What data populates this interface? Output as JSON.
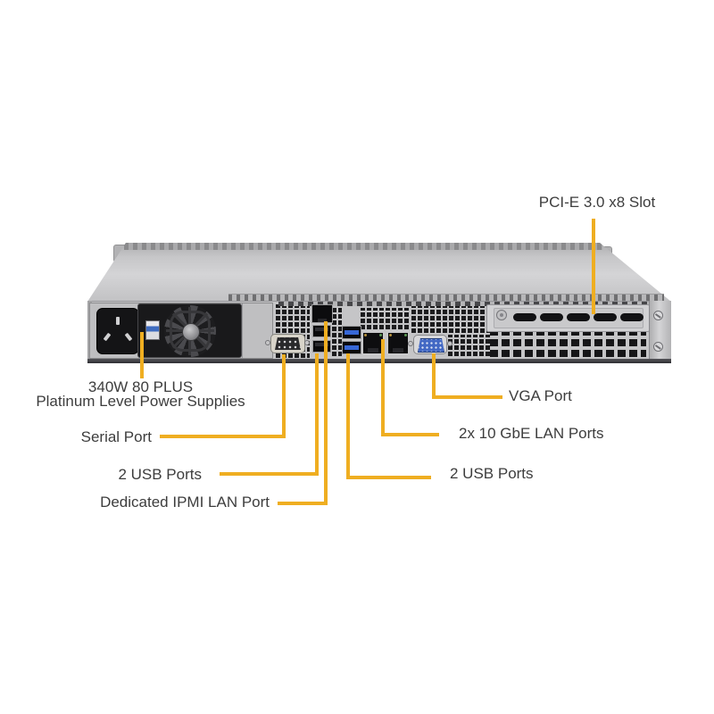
{
  "figure": {
    "accent_color": "#EFAE21",
    "label_color": "#3D3D3D",
    "chassis_color": "#C5C5C7"
  },
  "callouts": {
    "pcie": "PCI-E 3.0 x8 Slot",
    "psu_line1": "340W 80 PLUS",
    "psu_line2": "Platinum Level Power Supplies",
    "serial": "Serial Port",
    "usb_left": "2 USB Ports",
    "ipmi": "Dedicated IPMI LAN Port",
    "vga": "VGA Port",
    "lan": "2x 10 GbE LAN Ports",
    "usb_right": "2 USB Ports"
  }
}
